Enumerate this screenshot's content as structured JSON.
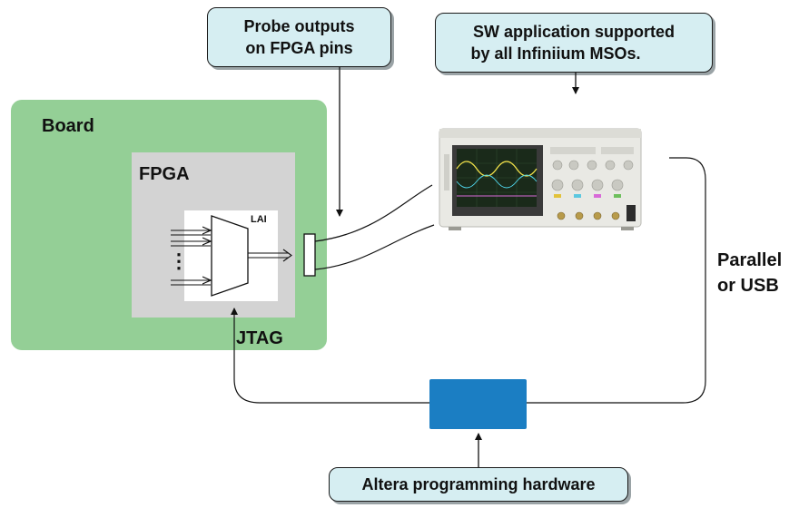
{
  "callouts": {
    "probe_line1": "Probe outputs",
    "probe_line2": "on FPGA pins",
    "sw_line1": "SW application supported",
    "sw_line2": "by all Infiniium MSOs.",
    "altera": "Altera programming hardware"
  },
  "labels": {
    "board": "Board",
    "fpga": "FPGA",
    "lai": "LAI",
    "jtag": "JTAG",
    "conn_line1": "Parallel",
    "conn_line2": "or USB",
    "dots": "⋮"
  },
  "colors": {
    "board": "#94cf96",
    "fpga": "#d3d3d3",
    "callout": "#d6eef2",
    "programmer": "#1b7ec3"
  },
  "icons": {
    "oscilloscope": "oscilloscope-icon",
    "mux": "lai-mux-icon",
    "connector": "probe-connector-icon"
  }
}
